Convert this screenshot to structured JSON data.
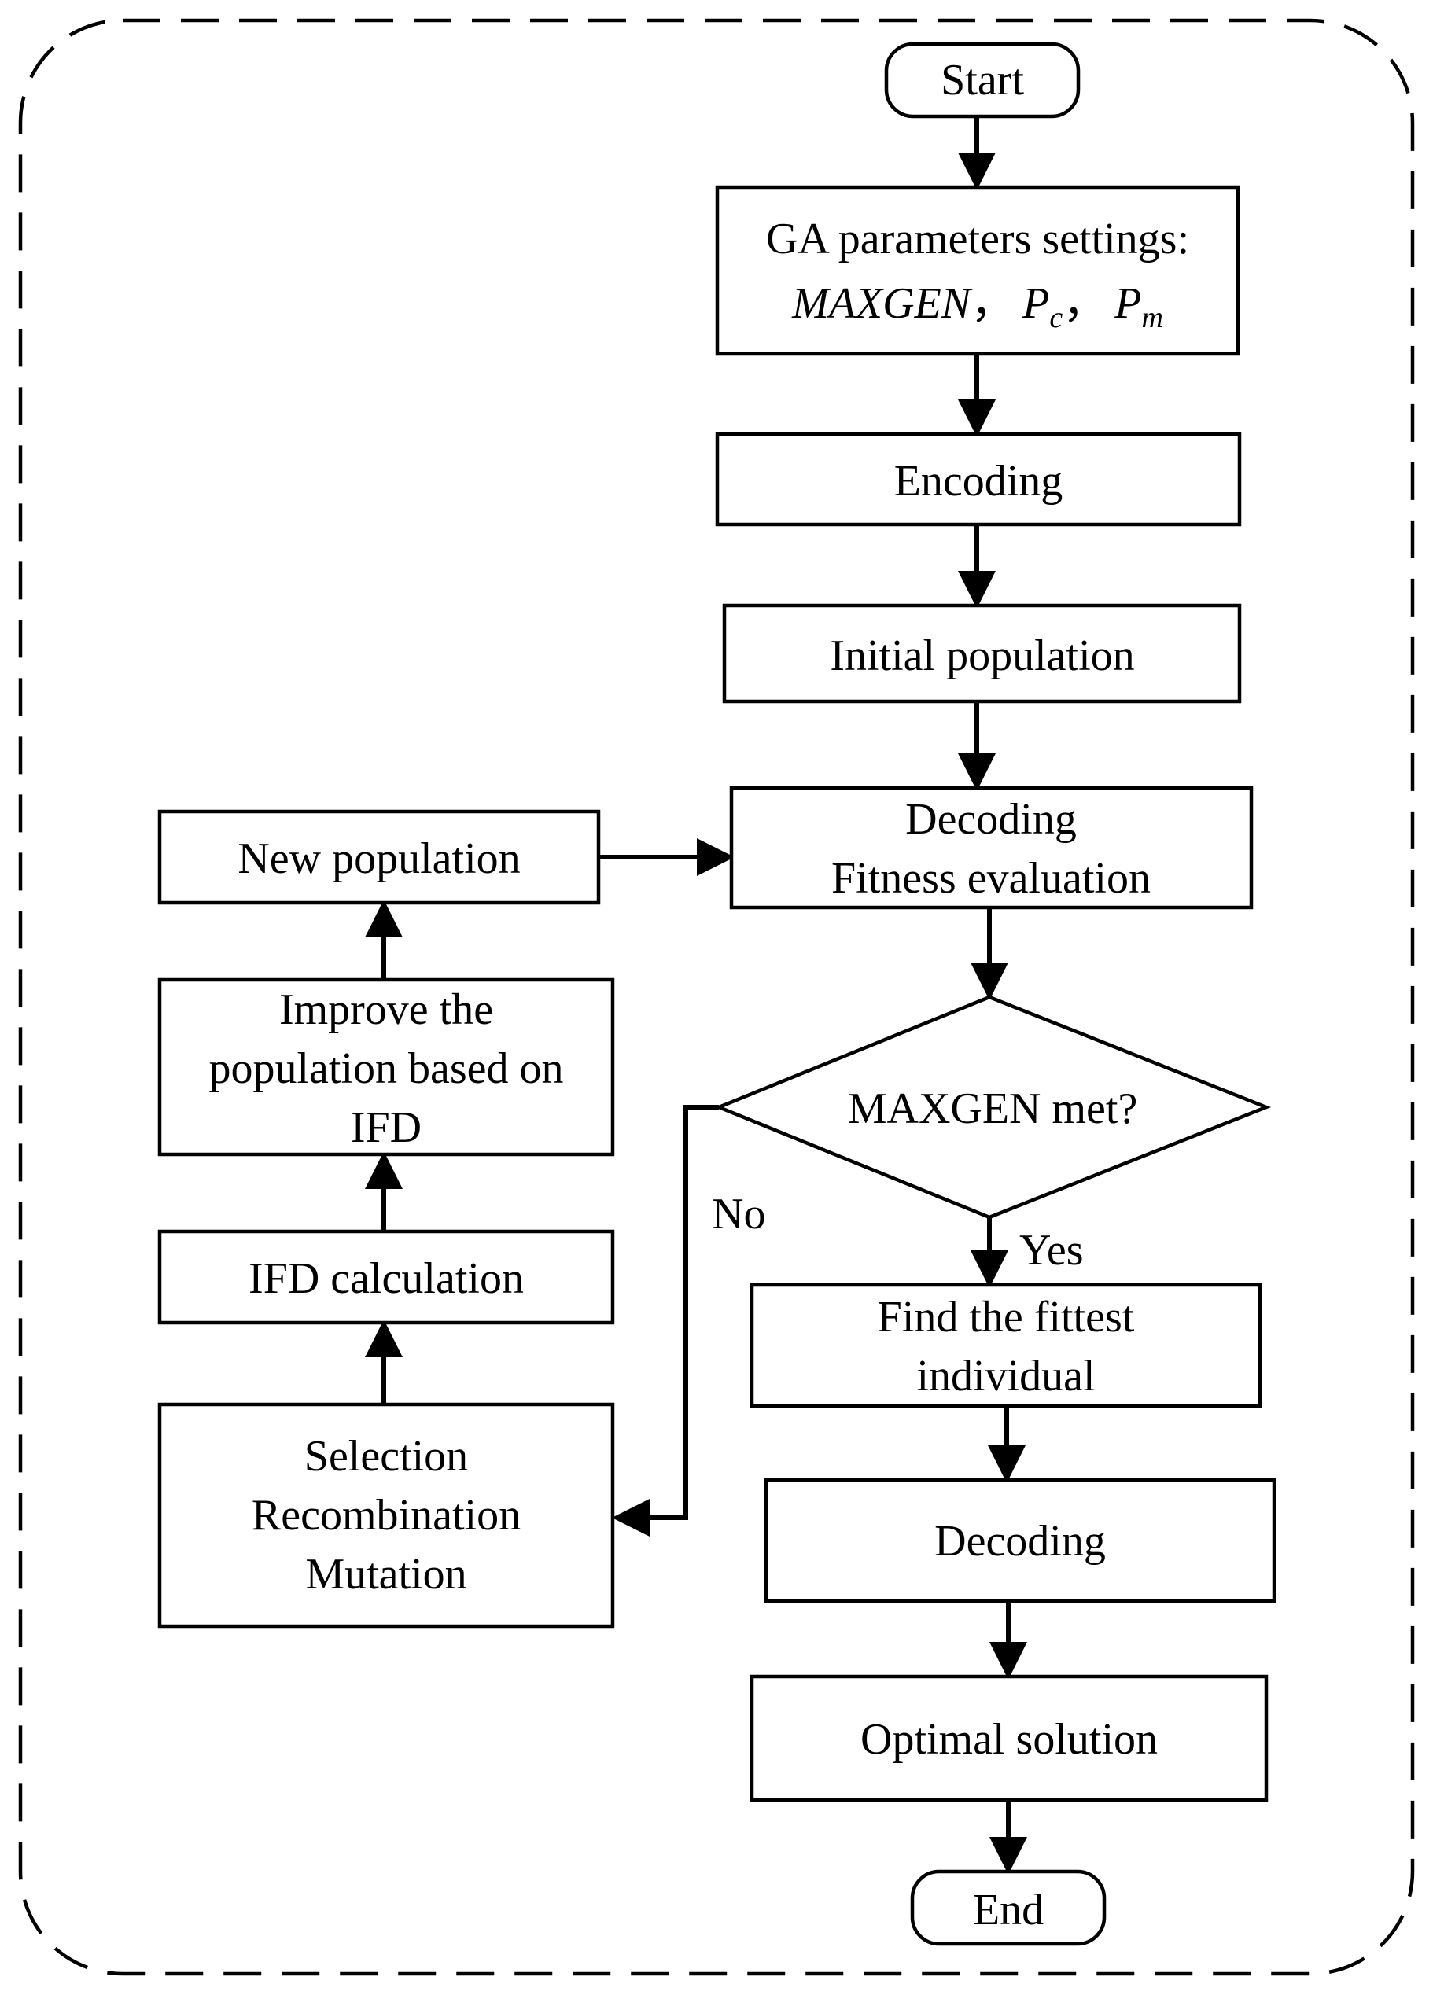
{
  "flowchart": {
    "start": "Start",
    "ga_params": {
      "line1": "GA parameters settings:",
      "maxgen": "MAXGEN",
      "sep1": "，",
      "pc_base": "P",
      "pc_sub": "c",
      "sep2": "，",
      "pm_base": "P",
      "pm_sub": "m"
    },
    "encoding": "Encoding",
    "initial_population": "Initial population",
    "decoding_fitness": {
      "line1": "Decoding",
      "line2": "Fitness evaluation"
    },
    "decision": "MAXGEN met?",
    "yes_label": "Yes",
    "no_label": "No",
    "find_fittest": {
      "line1": "Find the fittest",
      "line2": "individual"
    },
    "decoding": "Decoding",
    "optimal_solution": "Optimal solution",
    "end": "End",
    "new_population": "New population",
    "improve": {
      "line1": "Improve the",
      "line2": "population based on",
      "line3": "IFD"
    },
    "ifd_calculation": "IFD calculation",
    "operators": {
      "line1": "Selection",
      "line2": "Recombination",
      "line3": "Mutation"
    }
  }
}
